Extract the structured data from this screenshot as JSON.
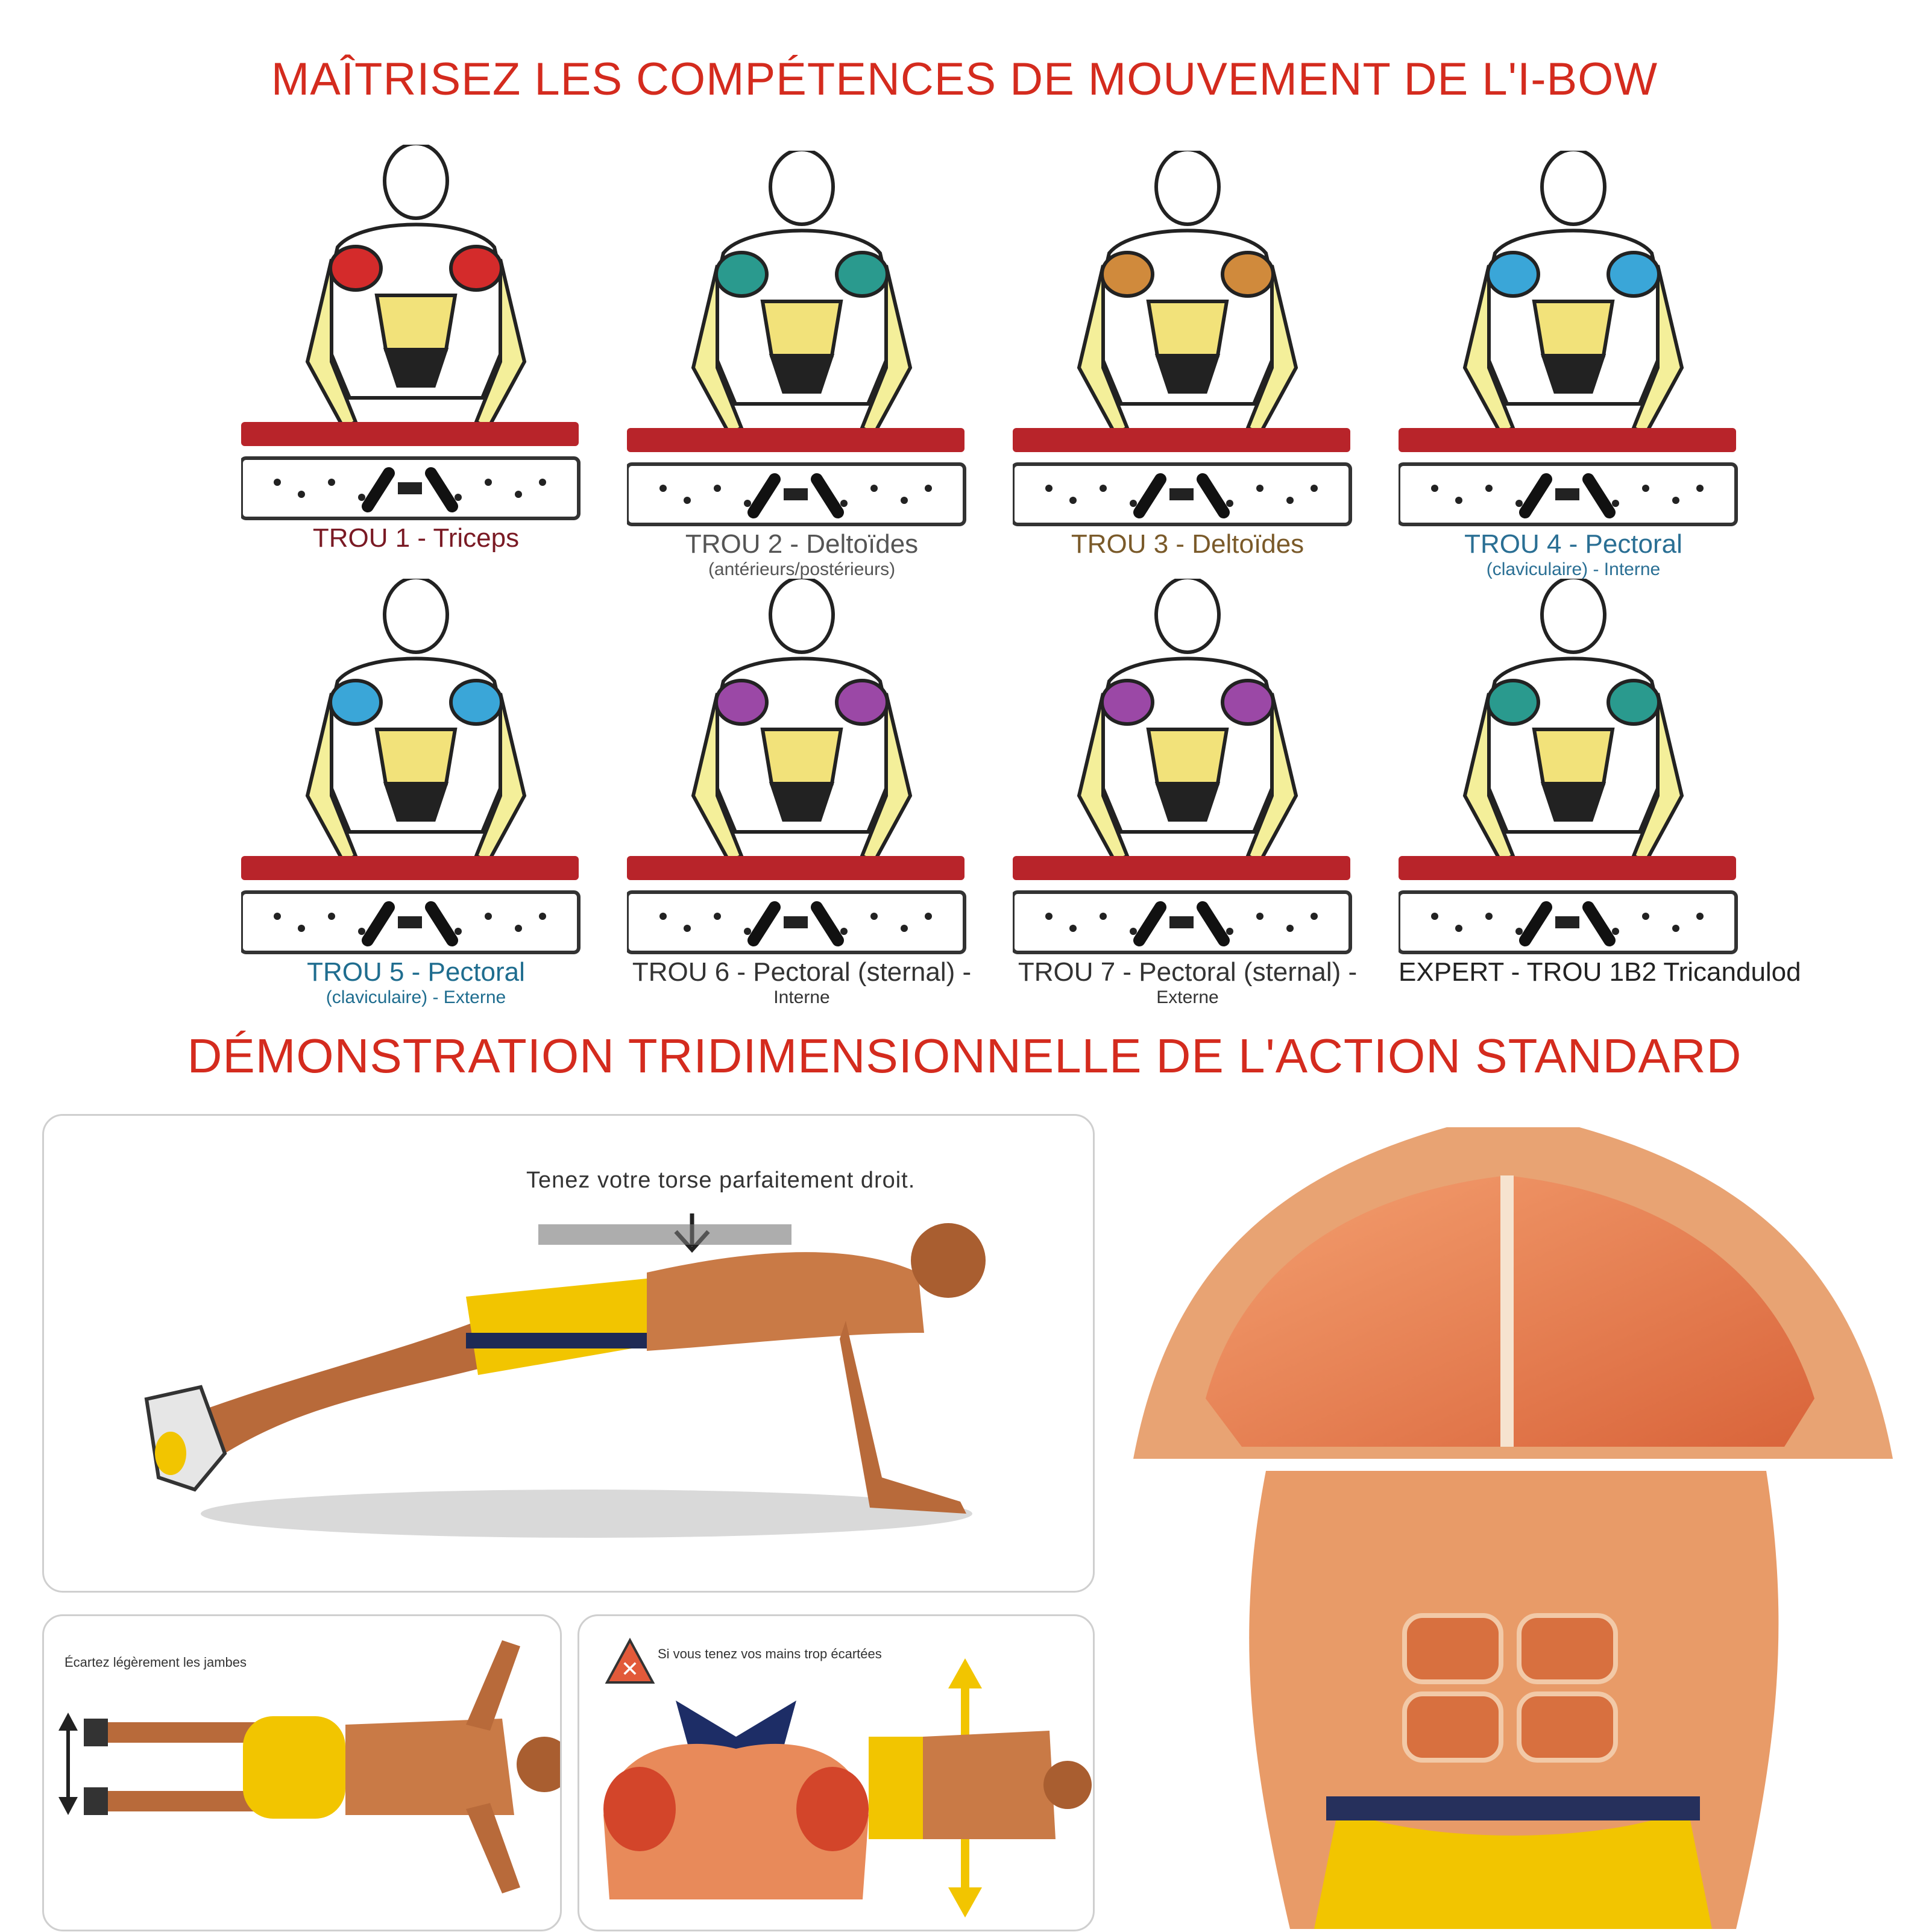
{
  "header": {
    "title1": "MAÎTRISEZ LES COMPÉTENCES DE MOUVEMENT DE L'I-BOW",
    "title2": "DÉMONSTRATION TRIDIMENSIONNELLE DE L'ACTION STANDARD"
  },
  "colors": {
    "title": "#d42b1e",
    "board": "#b8242a",
    "triceps": "#d42b2b",
    "deltoid_teal": "#2a9a8e",
    "deltoid_orange": "#d08a3c",
    "pectoral_blue": "#3aa6d8",
    "pectoral_sternal": "#9b48a6",
    "abs": "#f2e27a",
    "forearm": "#f4ef9a",
    "skin": "#d7874e",
    "muscle": "#e88a5a",
    "shorts": "#f2c500"
  },
  "holes": [
    {
      "label": "TROU 1 - Triceps",
      "sub": "",
      "label_color": "#7a1a24",
      "muscle": "triceps-icon"
    },
    {
      "label": "TROU 2 - Deltoïdes",
      "sub": "(antérieurs/postérieurs)",
      "label_color": "#555555",
      "muscle": "deltoid-icon"
    },
    {
      "label": "TROU 3 - Deltoïdes",
      "sub": "",
      "label_color": "#7a5a2a",
      "muscle": "deltoid-icon"
    },
    {
      "label": "TROU 4 - Pectoral",
      "sub": "(claviculaire) - Interne",
      "label_color": "#2a6f94",
      "muscle": "pectoral-icon"
    },
    {
      "label": "TROU 5 - Pectoral",
      "sub": "(claviculaire) - Externe",
      "label_color": "#1f6d8f",
      "muscle": "pectoral-icon"
    },
    {
      "label": "TROU 6 - Pectoral (sternal) -",
      "sub": "Interne",
      "label_color": "#333333",
      "muscle": "pectoral-icon"
    },
    {
      "label": "TROU 7 - Pectoral (sternal) -",
      "sub": "Externe",
      "label_color": "#333333",
      "muscle": "pectoral-icon"
    },
    {
      "label": "EXPERT - TROU 1B2 Tricandulod",
      "sub": "",
      "label_color": "#222222",
      "muscle": "triceps-icon"
    }
  ],
  "panels": {
    "plank_note": "Tenez votre torse parfaitement droit.",
    "legs_note": "Écartez légèrement les jambes",
    "warning_note": "Si vous tenez vos mains trop écartées"
  },
  "icons": [
    "arrow-down-icon",
    "double-arrow-vertical-icon",
    "warning-triangle-icon",
    "double-arrow-yellow-icon"
  ]
}
